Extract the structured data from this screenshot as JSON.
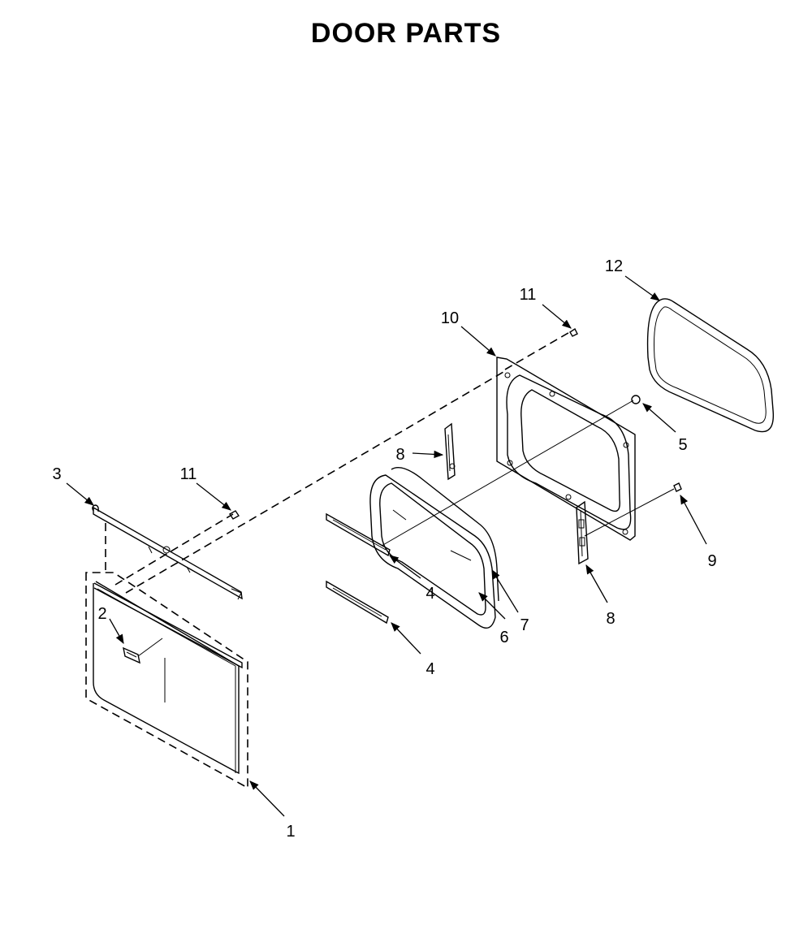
{
  "title": "DOOR PARTS",
  "callouts": [
    {
      "id": "c1",
      "label": "1"
    },
    {
      "id": "c2",
      "label": "2"
    },
    {
      "id": "c3",
      "label": "3"
    },
    {
      "id": "c4a",
      "label": "4"
    },
    {
      "id": "c4b",
      "label": "4"
    },
    {
      "id": "c5",
      "label": "5"
    },
    {
      "id": "c6",
      "label": "6"
    },
    {
      "id": "c7",
      "label": "7"
    },
    {
      "id": "c8a",
      "label": "8"
    },
    {
      "id": "c8b",
      "label": "8"
    },
    {
      "id": "c9",
      "label": "9"
    },
    {
      "id": "c10",
      "label": "10"
    },
    {
      "id": "c11a",
      "label": "11"
    },
    {
      "id": "c11b",
      "label": "11"
    },
    {
      "id": "c12",
      "label": "12"
    }
  ]
}
